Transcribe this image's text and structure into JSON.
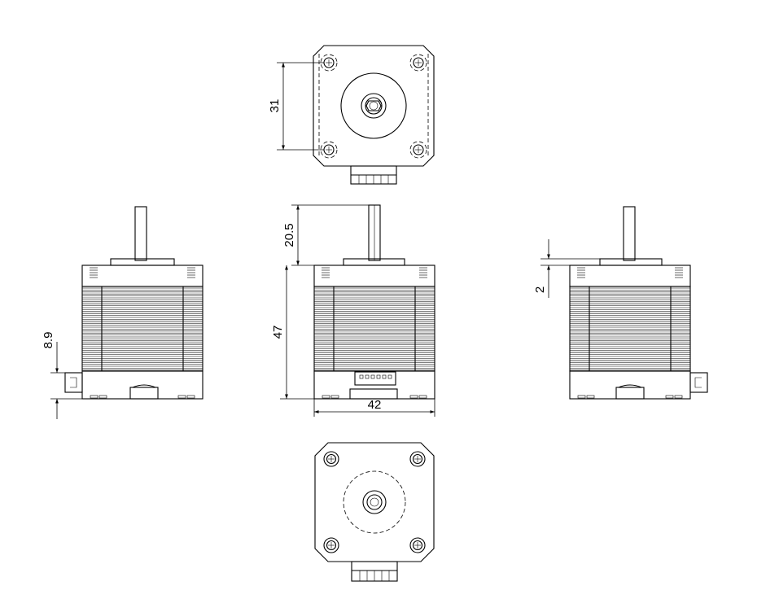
{
  "dimensions": {
    "mount_spacing": "31",
    "shaft_length": "20.5",
    "body_length": "47",
    "body_width": "42",
    "boss_height": "2",
    "connector_offset": "8.9"
  },
  "views": [
    "top-view",
    "left-side-view",
    "front-view",
    "right-side-view",
    "bottom-view"
  ]
}
